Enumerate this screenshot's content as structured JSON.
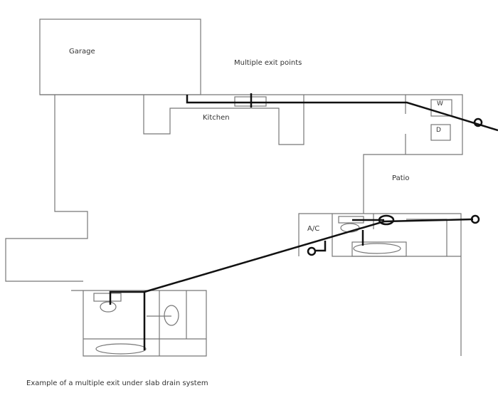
{
  "labels": {
    "garage": "Garage",
    "multiple_exit": "Multiple exit points",
    "kitchen": "Kitchen",
    "washer": "W",
    "dryer": "D",
    "patio": "Patio",
    "ac": "A/C"
  },
  "caption": "Example of a multiple exit under slab drain system",
  "colors": {
    "wall": "#777777",
    "pipe": "#111111"
  }
}
